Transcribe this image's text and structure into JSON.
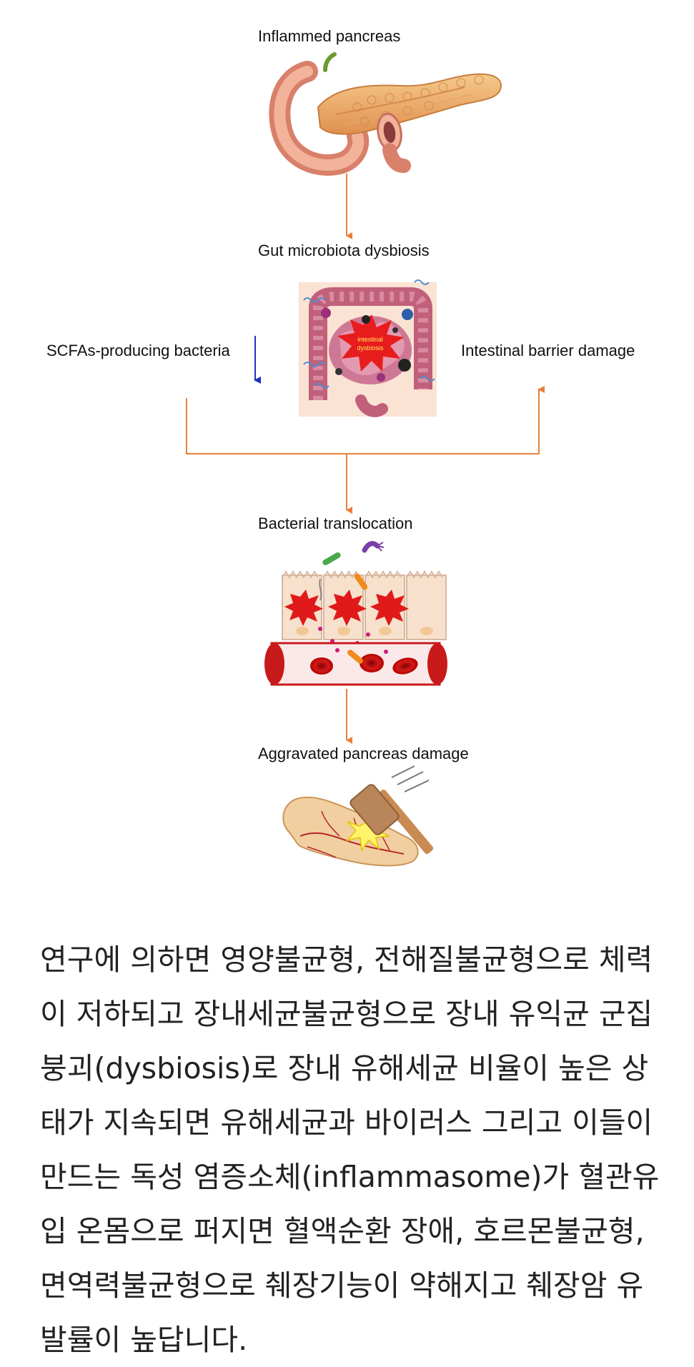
{
  "diagram": {
    "nodes": {
      "inflamed": "Inflammed pancreas",
      "dysbiosis": "Gut microbiota dysbiosis",
      "scfa": "SCFAs-producing bacteria",
      "barrier": "Intestinal barrier damage",
      "translocation": "Bacterial translocation",
      "aggravated": "Aggravated pancreas damage"
    },
    "gut_inner_label_1": "intestinal",
    "gut_inner_label_2": "dysbiosis",
    "colors": {
      "arrow": "#e8803a",
      "down_arrow": "#1f2fbf",
      "pancreas": "#e8a86a",
      "gut": "#c0607a",
      "blood": "#c81a1a"
    }
  },
  "body_text": {
    "lines": [
      "연구에 의하면 영양불균형, 전해질불균형으로 체력",
      "이 저하되고 장내세균불균형으로 장내 유익균 군집",
      "붕괴(dysbiosis)로 장내 유해세균 비율이 높은 상",
      "태가 지속되면 유해세균과 바이러스 그리고 이들이",
      "만드는 독성 염증소체(inflammasome)가 혈관유",
      "입 온몸으로 퍼지면 혈액순환 장애, 호르몬불균형,",
      "면역력불균형으로 췌장기능이 약해지고 췌장암 유",
      "발률이 높답니다."
    ]
  }
}
